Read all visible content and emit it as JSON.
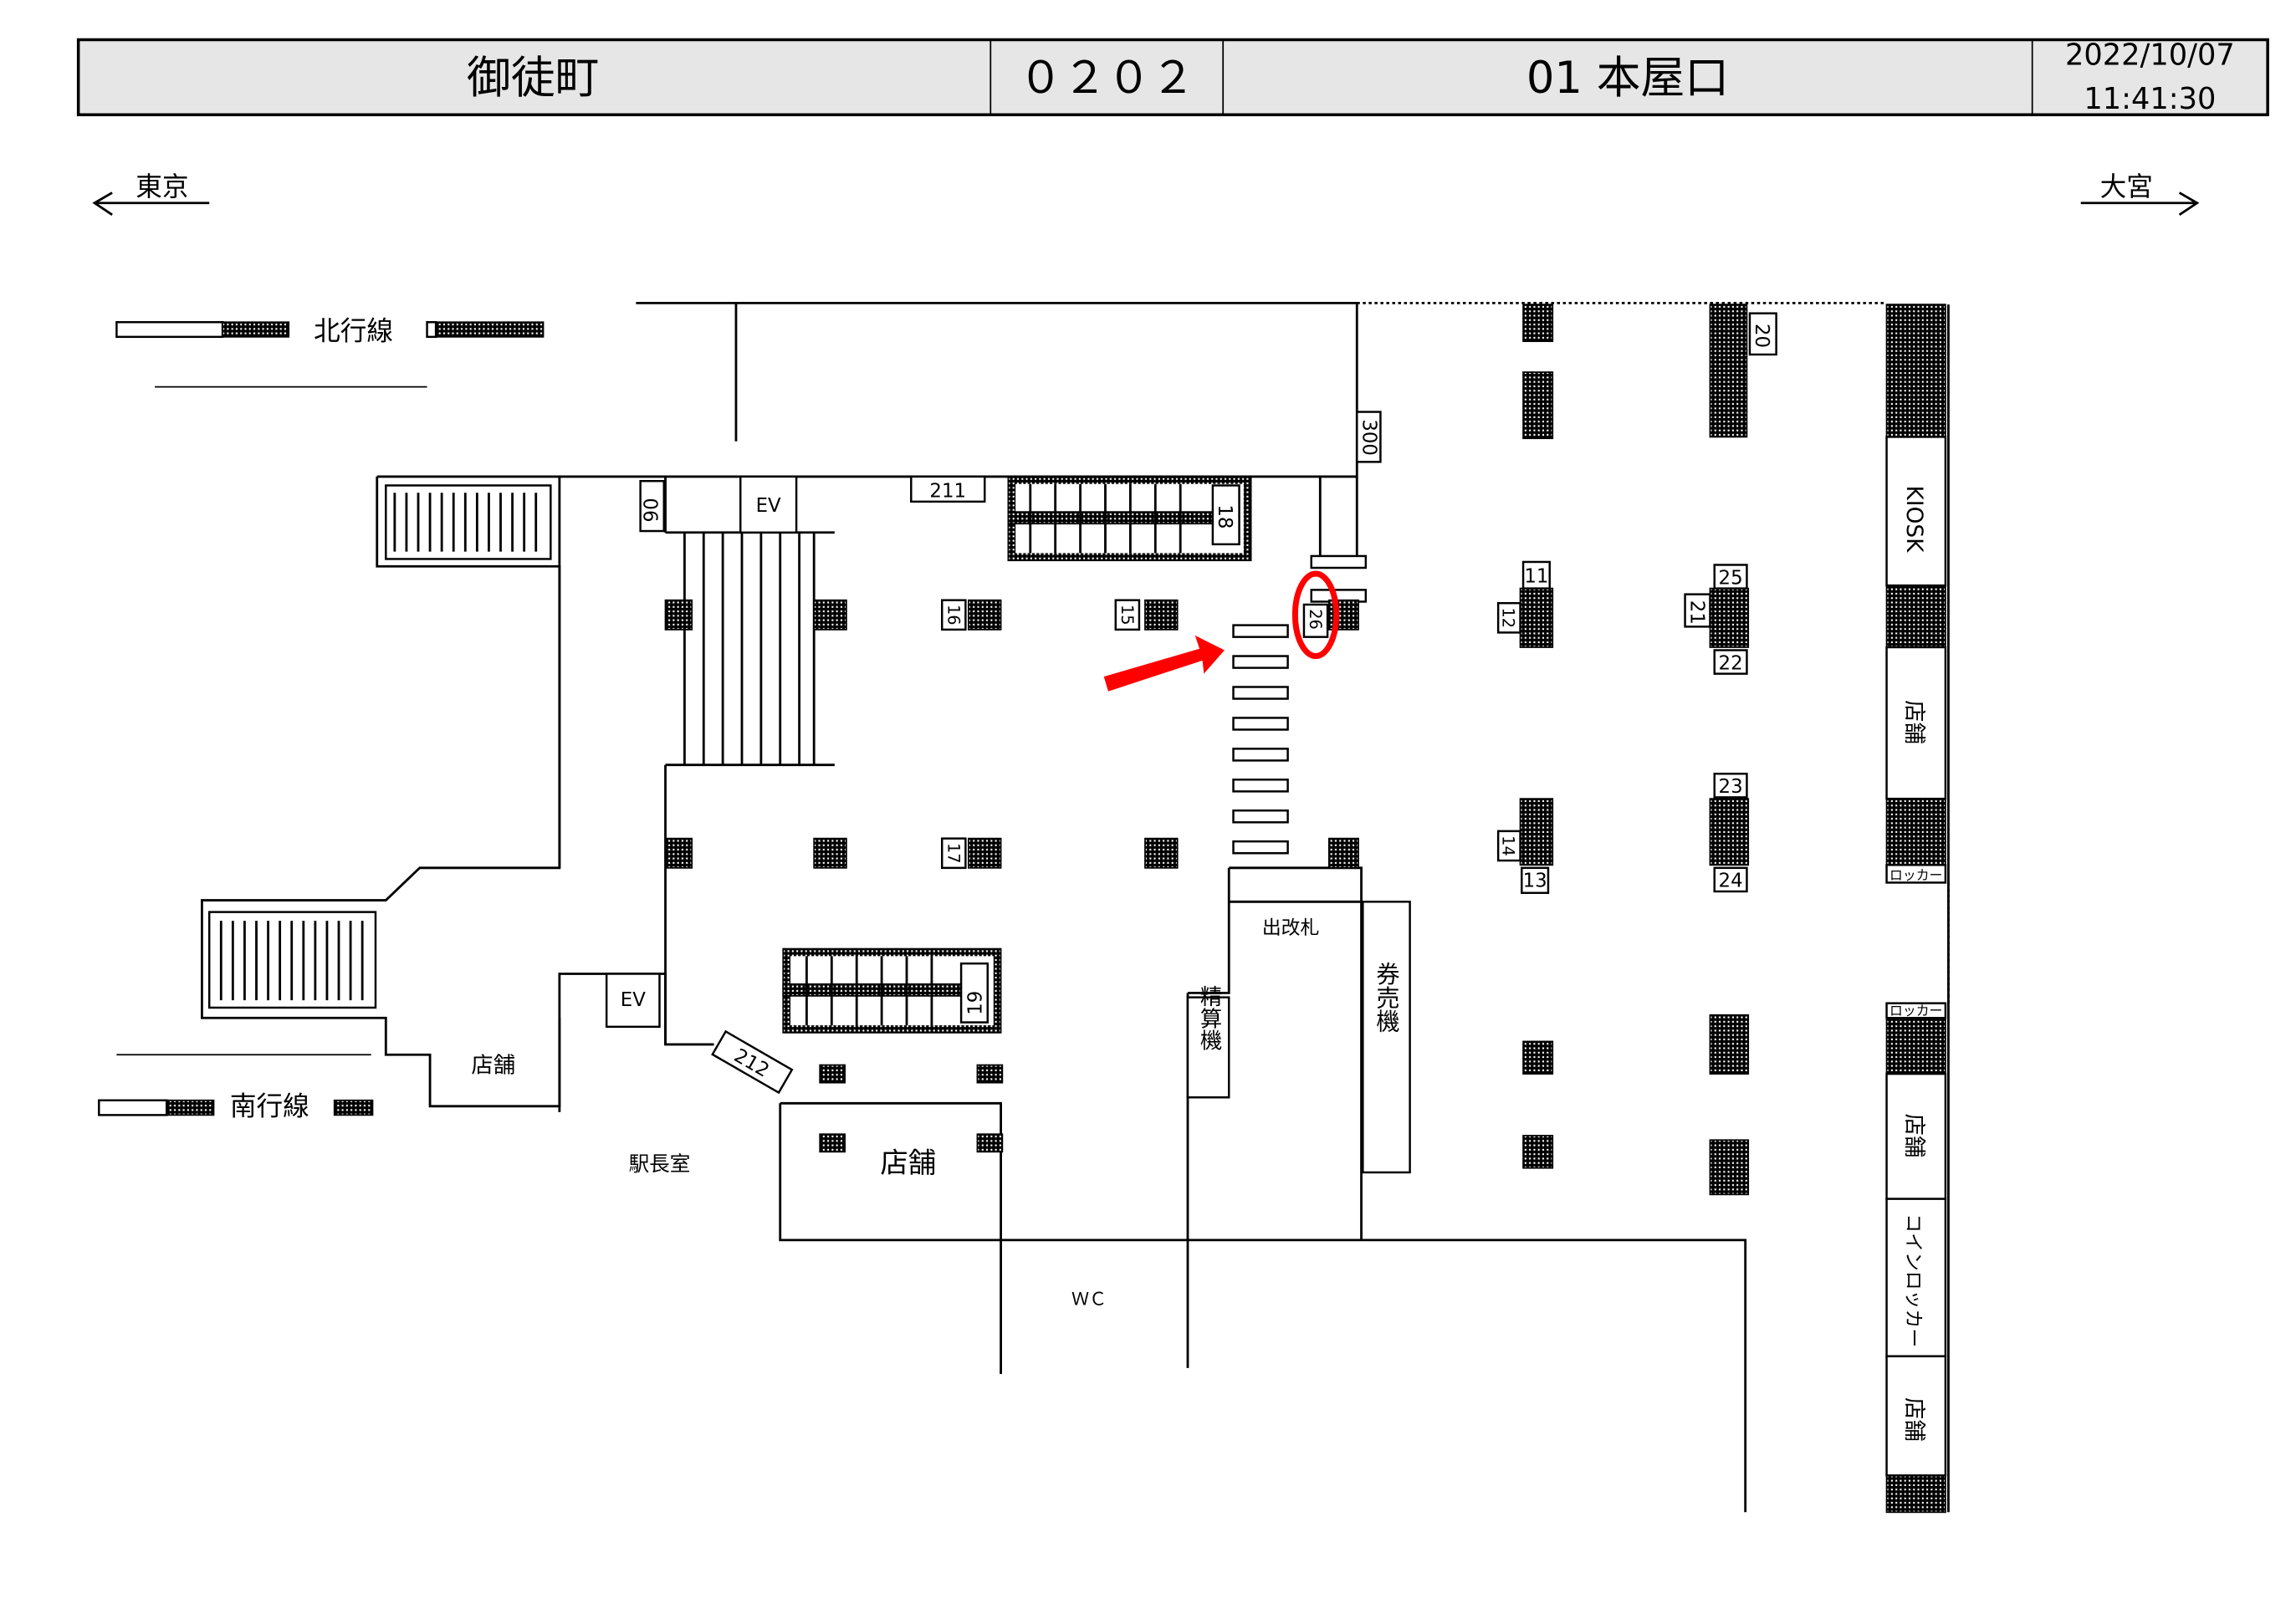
{
  "header": {
    "station": "御徒町",
    "code": "０２０２",
    "exit": "01 本屋口",
    "date": "2022/10/07",
    "time": "11:41:30"
  },
  "directions": {
    "left": "東京",
    "right": "大宮"
  },
  "legend": {
    "north": "北行線",
    "south": "南行線"
  },
  "labels": {
    "ev1": "EV",
    "ev2": "EV",
    "n211": "211",
    "n212": "212",
    "n300": "300",
    "n90": "90",
    "n11": "11",
    "n12": "12",
    "n13": "13",
    "n14": "14",
    "n15": "15",
    "n16": "16",
    "n17": "17",
    "n18": "18",
    "n19": "19",
    "n20": "20",
    "n21": "21",
    "n22": "22",
    "n23": "23",
    "n24": "24",
    "n25": "25",
    "n26": "26",
    "kiosk": "KIOSK",
    "shop1": "店舗",
    "shop2": "店舗",
    "shop3": "店舗",
    "shop_left": "店舗",
    "shop_center": "店舗",
    "locker1": "ロッカー",
    "locker2": "ロッカー",
    "coin_locker": "コインロッカー",
    "gate": "出改札",
    "fare_adjust": "精算機",
    "ticket_machine": "券売機",
    "station_master": "駅長室",
    "wc": "ＷＣ"
  },
  "colors": {
    "highlight": "#ff0000",
    "header_bg": "#e6e6e6"
  }
}
